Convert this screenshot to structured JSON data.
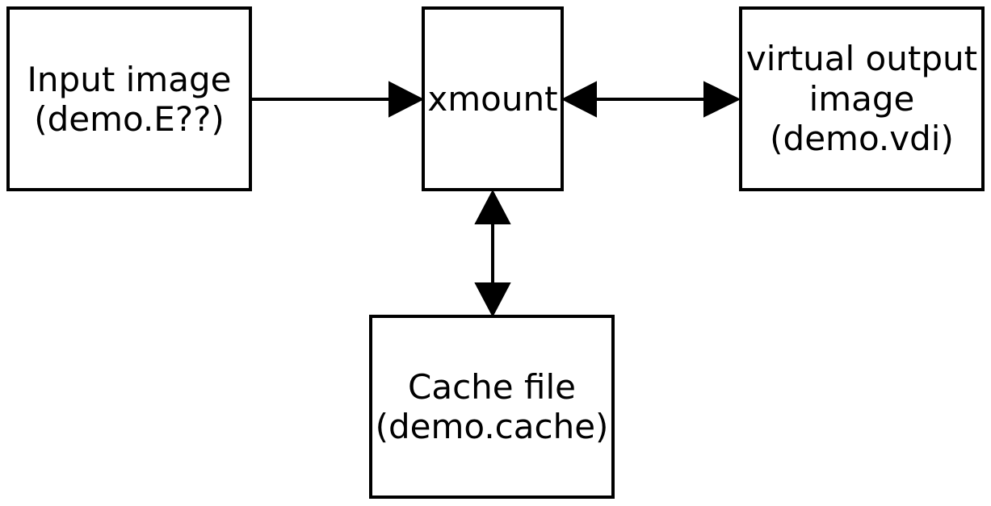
{
  "nodes": {
    "input": {
      "lines": [
        "Input image",
        "(demo.E??)"
      ]
    },
    "xmount": {
      "lines": [
        "xmount"
      ]
    },
    "output": {
      "lines": [
        "virtual output",
        "image",
        "(demo.vdi)"
      ]
    },
    "cache": {
      "lines": [
        "Cache file",
        "(demo.cache)"
      ]
    }
  },
  "edges": [
    {
      "from": "input image",
      "to": "xmount",
      "direction": "one-way"
    },
    {
      "from": "xmount",
      "to": "virtual output image",
      "direction": "two-way"
    },
    {
      "from": "xmount",
      "to": "cache file",
      "direction": "two-way"
    }
  ],
  "colors": {
    "stroke": "#000000",
    "fill": "#ffffff"
  }
}
